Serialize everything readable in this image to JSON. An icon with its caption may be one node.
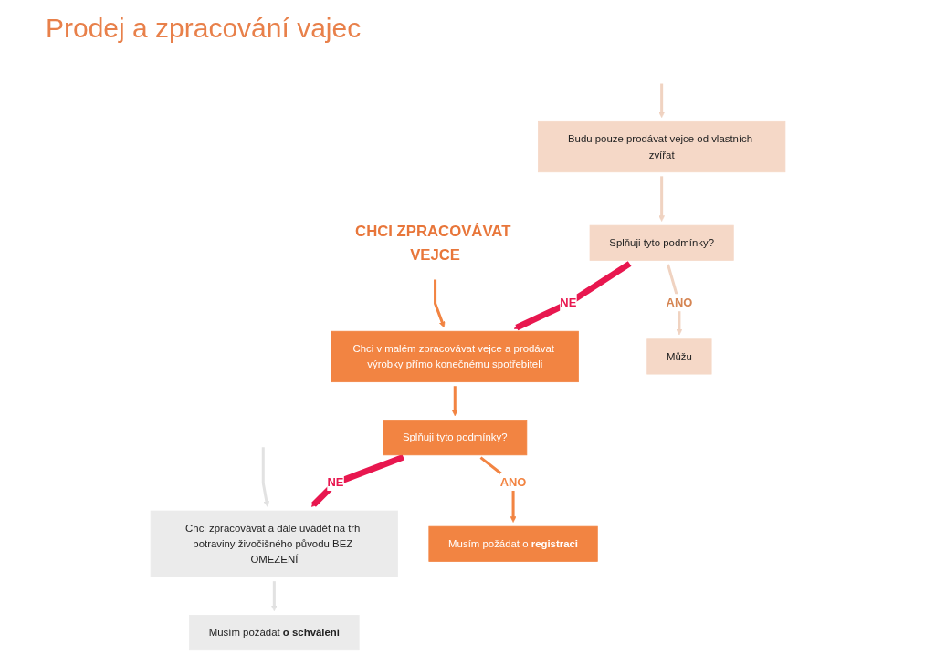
{
  "diagram": {
    "title": "Prodej a zpracování vajec",
    "nodes": [
      {
        "text": [
          "CHCI ZPRACOVÁVAT VEJCE"
        ]
      },
      {
        "text": [
          "Budu pouze prodávat vejce od vlastních zvířat"
        ]
      },
      {
        "text": [
          "Chci v malém zpracovávat vejce a prodávat výrobky přímo konečnému spotřebiteli"
        ]
      },
      {
        "text": [
          "Chci zpracovávat a dále uvádět na trh potraviny živočišného původu BEZ OMEZENÍ"
        ]
      },
      {
        "text": [
          "Splňuji tyto podmínky?"
        ]
      },
      {
        "text": [
          "Splňuji tyto podmínky?"
        ]
      },
      {
        "text": [
          "Můžu"
        ]
      },
      {
        "text": [
          "Musím požádat o **registraci**"
        ]
      },
      {
        "text": [
          "Musím požádat **o schválení**"
        ]
      }
    ],
    "edges": [
      {
        "from": null,
        "to": 1,
        "arrow": "to",
        "color": "#f0d3c1"
      },
      {
        "from": 0,
        "to": 2,
        "arrow": "to",
        "color": "#f28442"
      },
      {
        "from": null,
        "to": 3,
        "arrow": "to",
        "color": "#e2e2e2"
      },
      {
        "from": 1,
        "to": 4,
        "arrow": "to",
        "color": "#f0d3c1"
      },
      {
        "from": 2,
        "to": 5,
        "arrow": "to",
        "color": "#f28442"
      },
      {
        "from": 3,
        "to": 8,
        "arrow": "to",
        "color": "#e2e2e2"
      },
      {
        "from": 4,
        "to": 6,
        "label": "ANO",
        "arrow": "to",
        "color": "#f0d3c1"
      },
      {
        "from": 5,
        "to": 7,
        "label": "ANO",
        "arrow": "to",
        "color": "#f28442"
      },
      {
        "from": 4,
        "to": 2,
        "label": "NE",
        "arrow": "to",
        "style": "thick",
        "color": "#e8174f"
      },
      {
        "from": 5,
        "to": 3,
        "label": "NE",
        "arrow": "to",
        "style": "thick",
        "color": "#e8174f"
      }
    ]
  }
}
